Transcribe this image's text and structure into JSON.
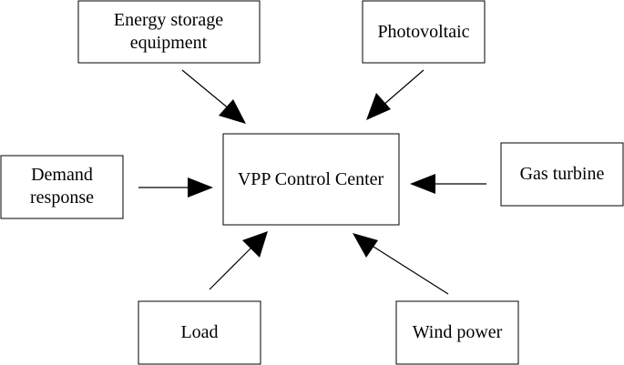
{
  "center": {
    "label": "VPP Control Center"
  },
  "nodes": {
    "energy_storage": {
      "line1": "Energy storage",
      "line2": "equipment"
    },
    "photovoltaic": {
      "label": "Photovoltaic"
    },
    "demand_response": {
      "line1": "Demand",
      "line2": "response"
    },
    "gas_turbine": {
      "label": "Gas turbine"
    },
    "load": {
      "label": "Load"
    },
    "wind_power": {
      "label": "Wind power"
    }
  },
  "colors": {
    "stroke": "#000000",
    "background": "#ffffff"
  }
}
